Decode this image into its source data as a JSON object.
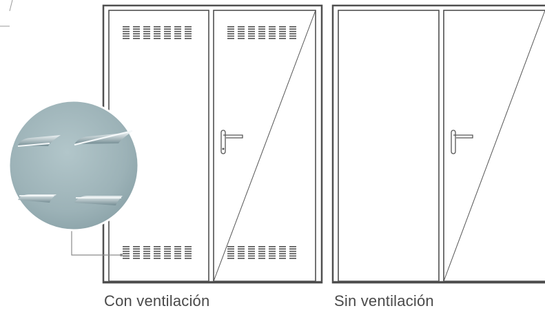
{
  "captions": {
    "with_ventilation": "Con ventilación",
    "without_ventilation": "Sin ventilación"
  },
  "colors": {
    "frame": "#4f4f4f",
    "line": "#555555",
    "vent": "#505050",
    "detail_bg": "#9fb5ba",
    "caption": "#4a4a4a"
  },
  "icons": {
    "handle": "door-handle-icon",
    "detail": "ventilation-detail-magnifier"
  }
}
